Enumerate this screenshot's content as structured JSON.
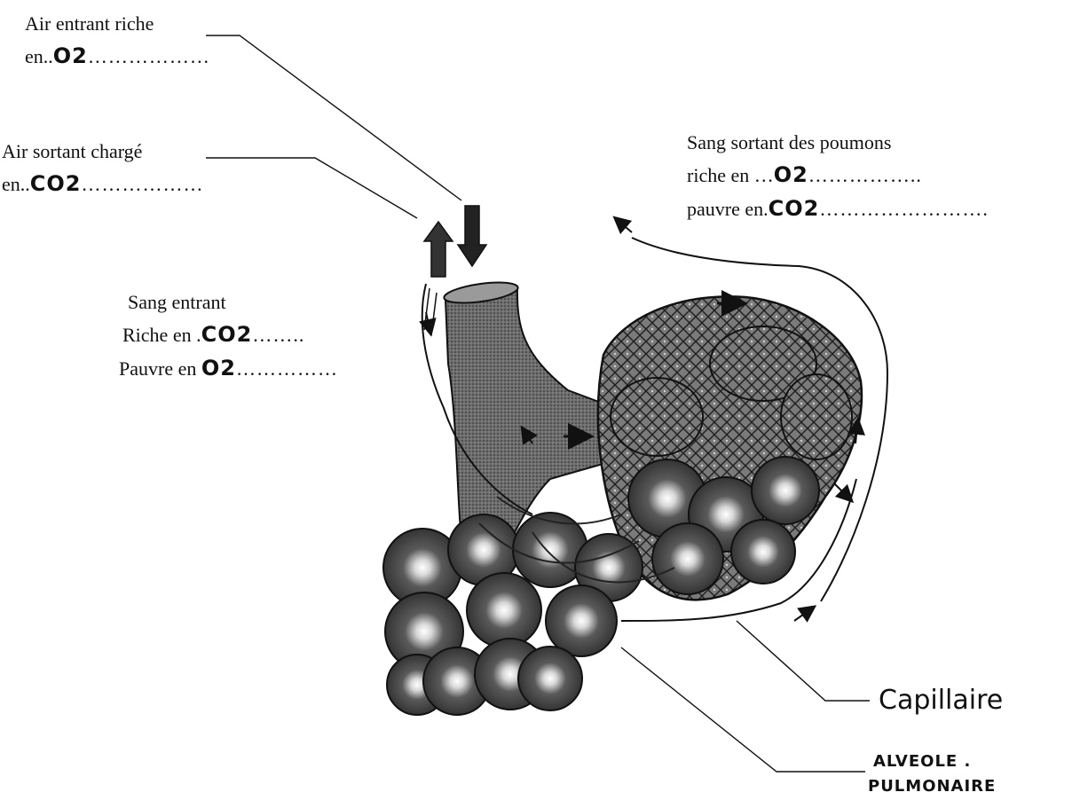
{
  "labels": {
    "air_in": {
      "line1": "Air entrant riche",
      "prefix2": "en..",
      "gas": "O2",
      "dots": "………………"
    },
    "air_out": {
      "line1": "Air sortant chargé",
      "prefix2": "en..",
      "gas": "CO2",
      "dots": "………………"
    },
    "blood_out": {
      "line1": "Sang sortant des poumons",
      "rich_prefix": "riche en …",
      "rich_gas": "O2",
      "rich_dots": "……………..",
      "poor_prefix": "pauvre en.",
      "poor_gas": "CO2",
      "poor_dots": "……………………."
    },
    "blood_in": {
      "line1": "Sang entrant",
      "rich_prefix": "Riche en .",
      "rich_gas": "CO2",
      "rich_dots": "……..",
      "poor_prefix": "Pauvre en ",
      "poor_gas": "O2",
      "poor_dots": "……………"
    },
    "capillary": "Capillaire",
    "alveole_1": "ALVEOLE .",
    "alveole_2": "PULMONAIRE"
  }
}
